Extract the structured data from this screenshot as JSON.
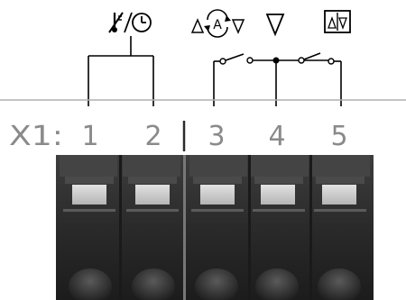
{
  "connector": {
    "prefix": "X1:",
    "terminals": [
      "1",
      "2",
      "3",
      "4",
      "5"
    ]
  },
  "symbols": {
    "temp_time": "temperature-or-timer-icon",
    "auto": "auto-icon",
    "down": "down-icon",
    "updown": "up-down-icon"
  },
  "colors": {
    "line": "#000000",
    "divider": "#b0b0b0",
    "label": "#8a8a8a",
    "block_dark": "#2b2b2b",
    "block_mid": "#3a3a3a",
    "slot_light": "#cfcfcf"
  }
}
